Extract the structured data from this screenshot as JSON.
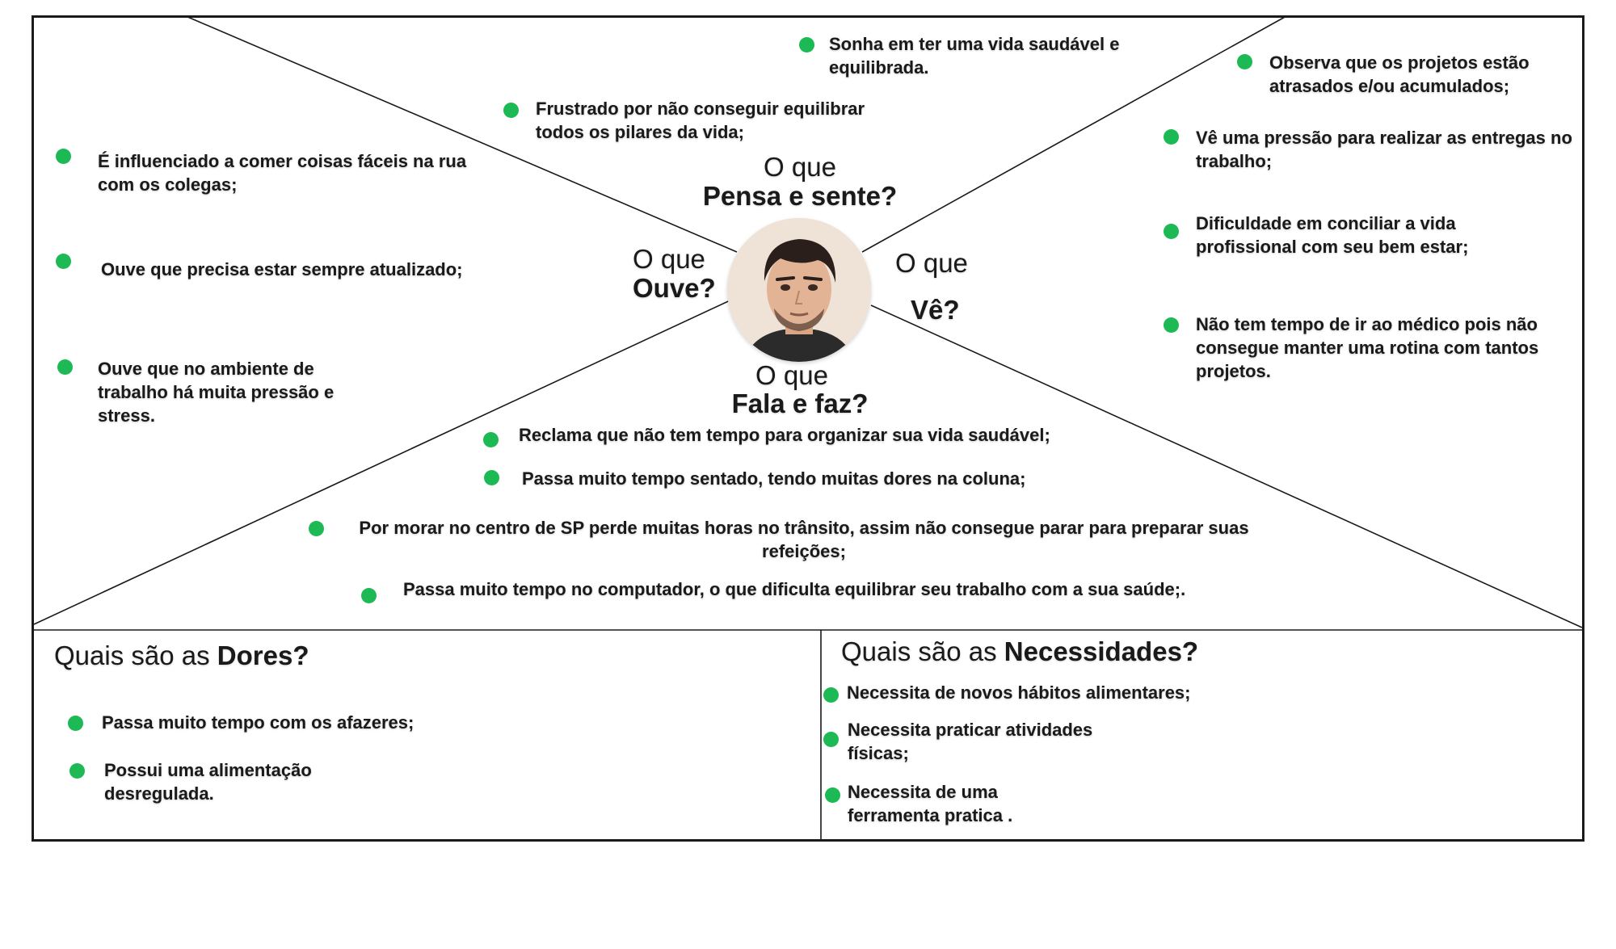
{
  "quadrants": {
    "pensa": {
      "q_light": "O que",
      "q_bold": "Pensa e sente?",
      "items": [
        "Sonha em ter uma vida saudável e equilibrada.",
        "Frustrado por não conseguir equilibrar todos os pilares da vida;"
      ]
    },
    "ouve": {
      "q_light": "O que",
      "q_bold": "Ouve?",
      "items": [
        "É influenciado a comer coisas fáceis na rua com os colegas;",
        "Ouve que precisa estar sempre atualizado;",
        "Ouve que no ambiente de trabalho há muita pressão e stress."
      ]
    },
    "ve": {
      "q_light": "O que",
      "q_bold": "Vê?",
      "items": [
        "Observa que os projetos estão atrasados e/ou acumulados;",
        "Vê uma pressão para realizar as entregas no trabalho;",
        "Dificuldade em conciliar a vida profissional com seu bem estar;",
        "Não tem tempo de ir ao médico pois não consegue manter uma rotina com tantos projetos."
      ]
    },
    "fala": {
      "q_light": "O que",
      "q_bold": "Fala e faz?",
      "items": [
        "Reclama que não tem tempo para organizar sua vida saudável;",
        "Passa muito tempo sentado, tendo muitas dores na coluna;",
        "Por morar no centro de SP perde muitas horas no trânsito, assim não consegue parar para preparar suas refeições;",
        "Passa muito tempo no computador, o que dificulta equilibrar seu trabalho com a sua saúde;."
      ]
    }
  },
  "dores": {
    "title_light": "Quais são as",
    "title_bold": "Dores?",
    "items": [
      "Passa muito tempo com os afazeres;",
      "Possui uma alimentação desregulada."
    ]
  },
  "necessidades": {
    "title_light": "Quais são as",
    "title_bold": "Necessidades?",
    "items": [
      "Necessita de novos hábitos alimentares;",
      "Necessita praticar atividades físicas;",
      "Necessita de uma ferramenta pratica ."
    ]
  },
  "colors": {
    "bullet": "#1db954",
    "line": "#1a1a1a"
  },
  "avatar_icon": "person-portrait"
}
